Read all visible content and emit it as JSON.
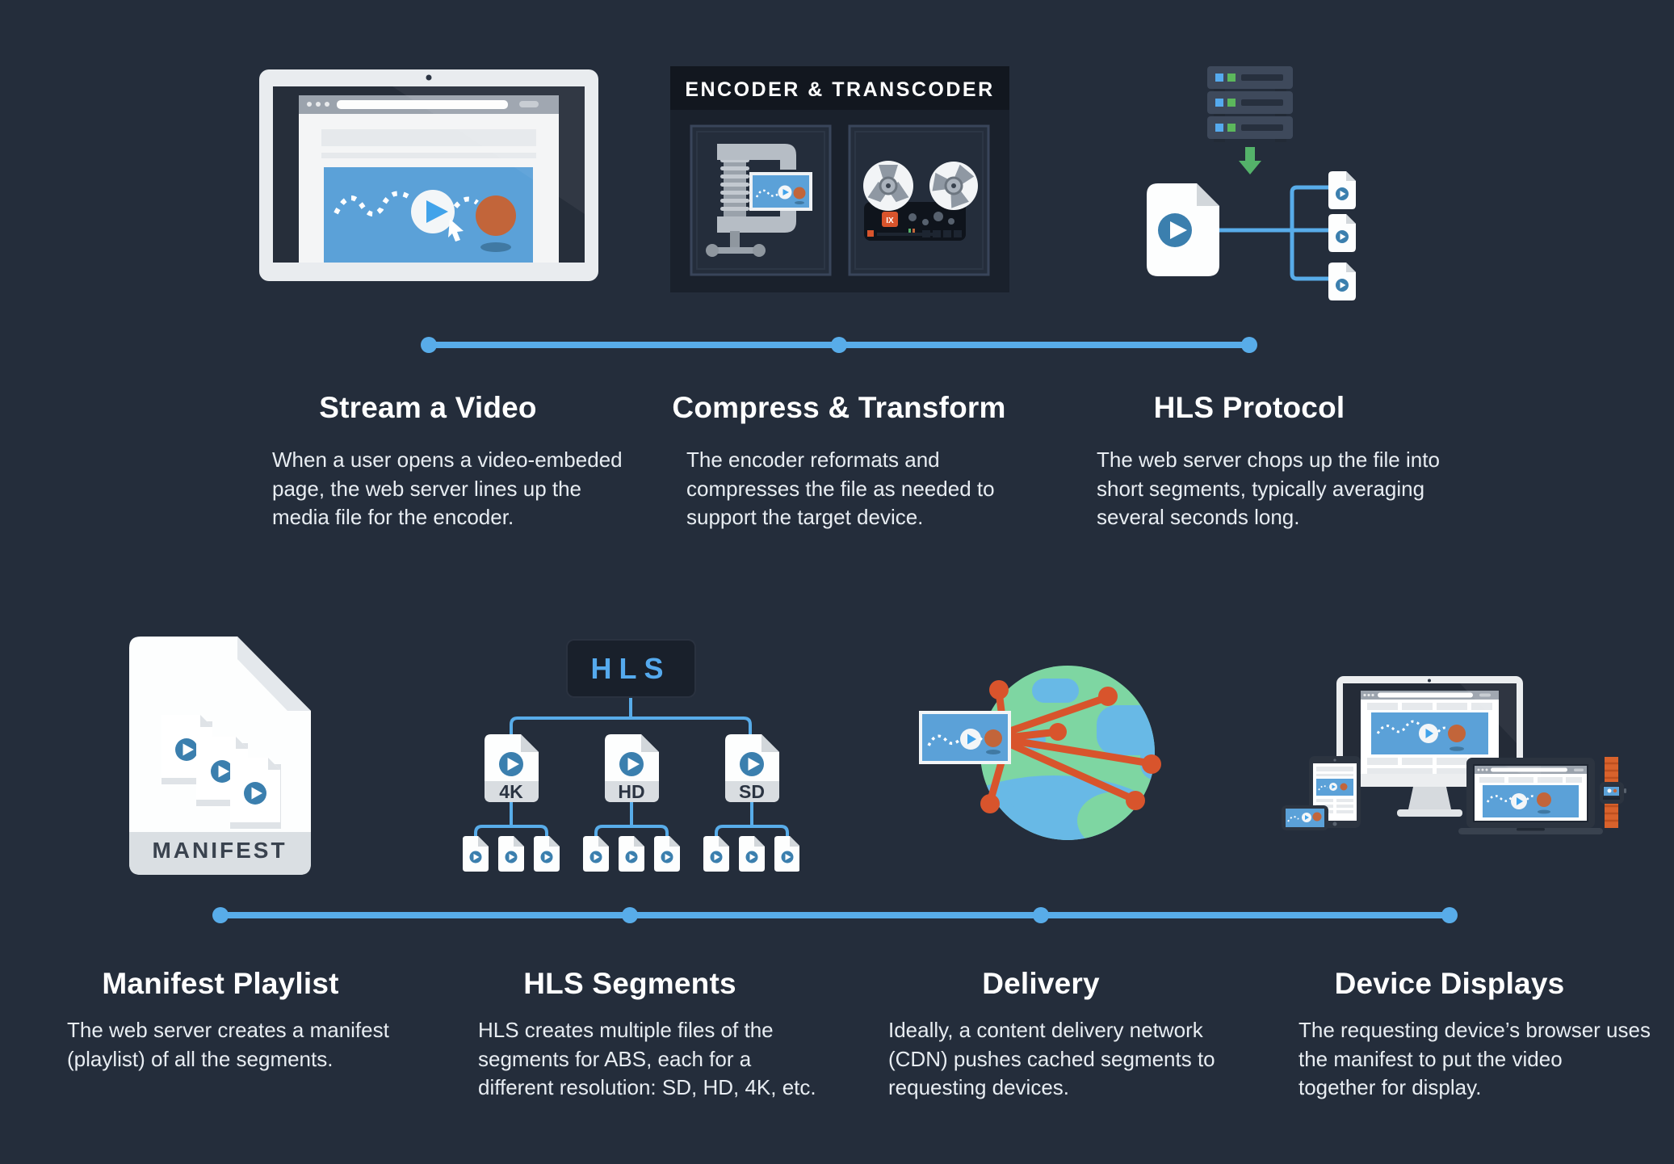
{
  "colors": {
    "background": "#242d3b",
    "timeline_blue": "#58ace9",
    "video_blue": "#5ba1d8",
    "file_play_blue": "#3b7fae",
    "hls_text_blue": "#55aaee",
    "orange_ball": "#c2653a",
    "cdn_orange": "#d8542c",
    "green_arrow": "#54b26a",
    "globe_land_green": "#7ed6a2",
    "globe_water_blue": "#68b9e6",
    "panel_dark": "#1a212c",
    "heading_white": "#ffffff",
    "body_text": "#e8edf2"
  },
  "top_steps": [
    {
      "title": "Stream a Video",
      "description": "When a user opens a video-embeded\npage, the web server lines up the\nmedia file for the encoder."
    },
    {
      "title": "Compress & Transform",
      "description": "The encoder reformats and\ncompresses the file as needed to\nsupport the target device."
    },
    {
      "title": "HLS Protocol",
      "description": "The web server chops up the file into\nshort segments, typically averaging\nseveral seconds long."
    }
  ],
  "bottom_steps": [
    {
      "title": "Manifest Playlist",
      "description": "The web server creates a manifest\n(playlist) of all the segments."
    },
    {
      "title": "HLS Segments",
      "description": "HLS creates multiple files of the\nsegments for ABS, each for a\ndifferent resolution: SD, HD, 4K, etc."
    },
    {
      "title": "Delivery",
      "description": "Ideally, a content delivery network\n(CDN) pushes cached segments to\nrequesting devices."
    },
    {
      "title": "Device Displays",
      "description": "The requesting device’s browser uses\nthe manifest to put the video\ntogether for display."
    }
  ],
  "illustrations": {
    "encoder_panel_title": "ENCODER & TRANSCODER",
    "tape_badge": "IX",
    "manifest_label": "MANIFEST",
    "hls_root_label": "HLS",
    "resolutions": [
      "4K",
      "HD",
      "SD"
    ]
  }
}
